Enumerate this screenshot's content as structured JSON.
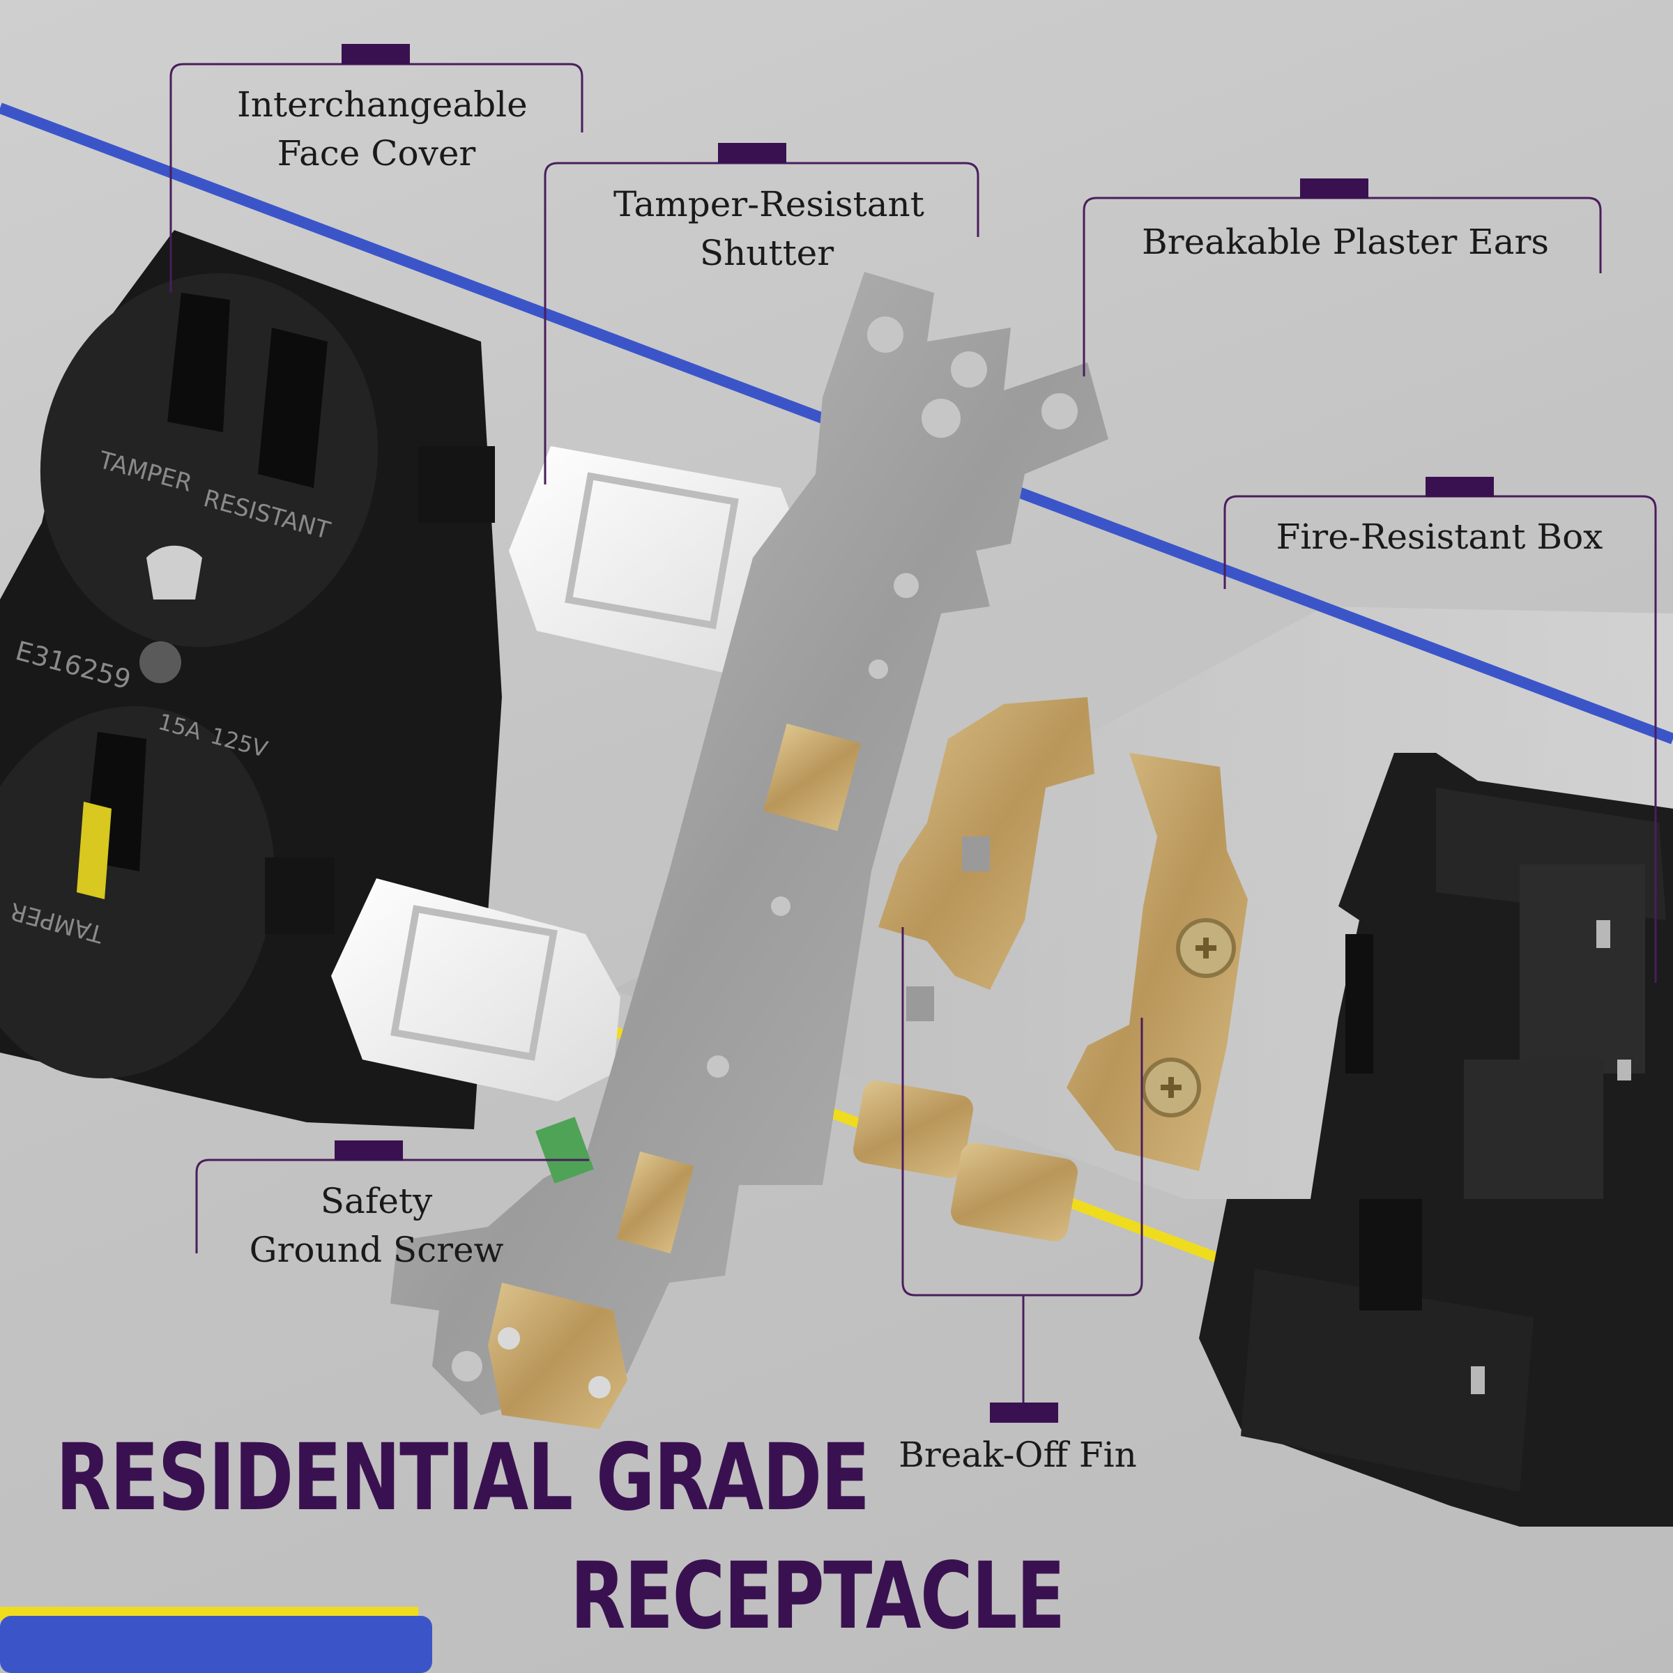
{
  "callouts": {
    "face_cover": {
      "line1": "Interchangeable",
      "line2": "Face Cover"
    },
    "shutter": {
      "line1": "Tamper-Resistant",
      "line2": "Shutter"
    },
    "plaster_ears": {
      "line1": "Breakable Plaster Ears"
    },
    "fire_box": {
      "line1": "Fire-Resistant Box"
    },
    "ground_screw": {
      "line1": "Safety",
      "line2": "Ground Screw"
    },
    "break_off_fin": {
      "line1": "Break-Off Fin"
    }
  },
  "face_markings": {
    "tamper": "TAMPER",
    "resistant": "RESISTANT",
    "cert": "E316259",
    "rating_amps": "15A",
    "rating_volts": "125V",
    "tamper_lower": "TAMPER"
  },
  "title": {
    "line1": "RESIDENTIAL GRADE",
    "line2": "RECEPTACLE"
  },
  "colors": {
    "accent_purple": "#3a1150",
    "bracket_line": "#4a1d5c",
    "blue_wire": "#3b55c9",
    "yellow_wire": "#f0dc1e",
    "metal": "#a9a9a9",
    "brass": "#c8a868",
    "plastic_black": "#1a1a1a",
    "shutter_white": "#f3f3f3"
  }
}
